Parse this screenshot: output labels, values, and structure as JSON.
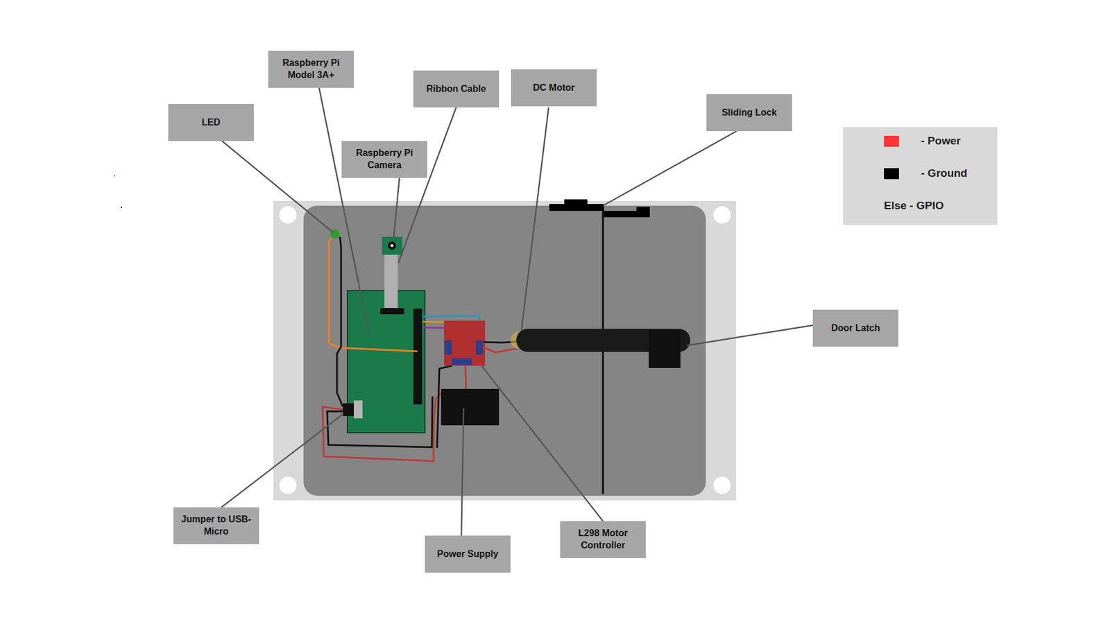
{
  "diagram": {
    "nodes": [
      {
        "text": [
          "Raspberry Pi Model 3A+"
        ]
      },
      {
        "text": [
          "Ribbon Cable"
        ]
      },
      {
        "text": [
          "DC Motor"
        ]
      },
      {
        "text": [
          "Sliding Lock"
        ]
      },
      {
        "text": [
          "LED"
        ]
      },
      {
        "text": [
          "Raspberry Pi Camera"
        ]
      },
      {
        "text": [
          "Door Latch"
        ]
      },
      {
        "text": [
          "Jumper to USB-Micro"
        ]
      },
      {
        "text": [
          "L298 Motor Controller"
        ]
      },
      {
        "text": [
          "Power Supply"
        ]
      }
    ],
    "legend": [
      {
        "text": "- Power",
        "color": "#ff3333"
      },
      {
        "text": "- Ground",
        "color": "#000000"
      },
      {
        "text": "Else - GPIO"
      }
    ]
  }
}
